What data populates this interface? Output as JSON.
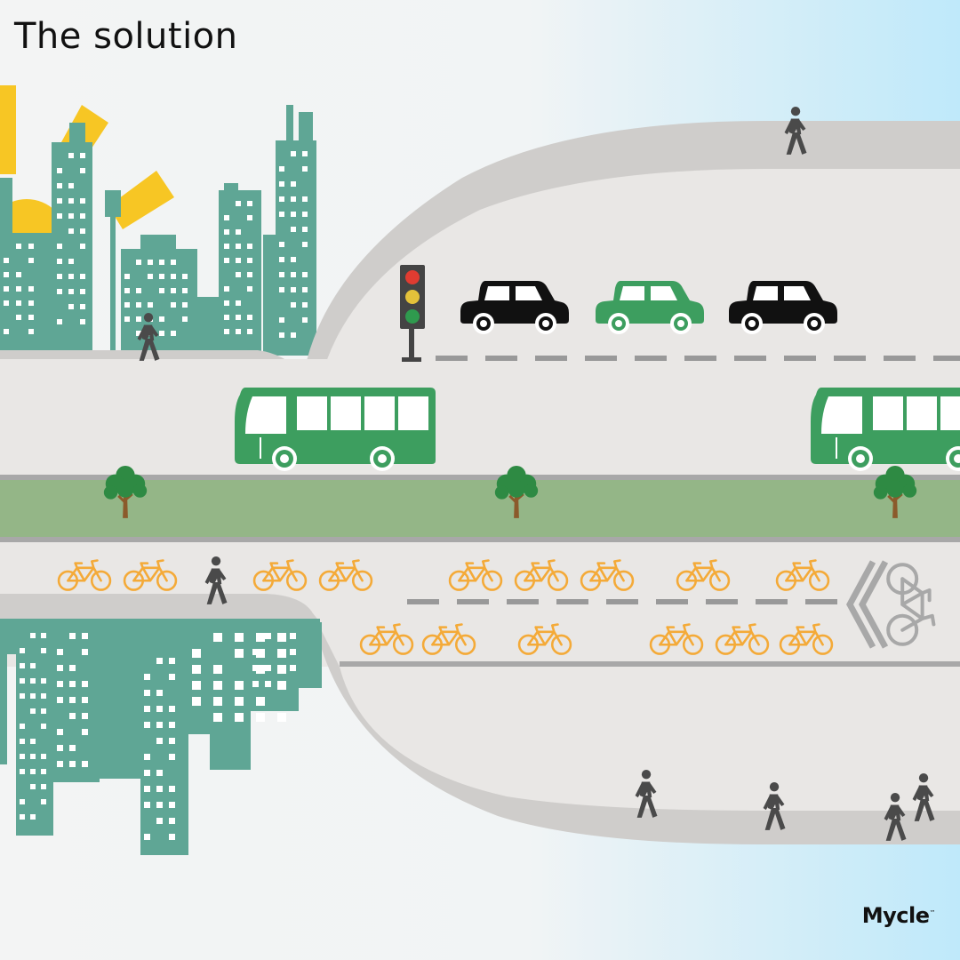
{
  "page": {
    "title": "The solution",
    "brand": "Mycle",
    "brand_mark": "™"
  },
  "colors": {
    "sky_right": "#bfe9fa",
    "background": "#f3f4f4",
    "road_surface": "#e9e7e5",
    "sidewalk": "#cfcdcb",
    "buildings": "#5fa695",
    "building_windows": "#ffffff",
    "sun": "#f7c624",
    "car_dark": "#111111",
    "car_green": "#3d9e5f",
    "bus": "#3d9e5f",
    "median_grass": "#94b687",
    "tree_green": "#2e8a43",
    "trunk": "#8b5a2b",
    "bicycle": "#f4aa38",
    "pedestrian": "#4a4a4a",
    "lane_dash": "#999999",
    "traffic_light_red": "#e03c31",
    "traffic_light_yellow": "#e3c13a",
    "traffic_light_green": "#2f9a4e",
    "bike_lane_marker": "#a8a8a8"
  },
  "scene": {
    "cars": [
      {
        "color": "dark"
      },
      {
        "color": "green"
      },
      {
        "color": "dark"
      }
    ],
    "buses": 2,
    "trees": 3,
    "traffic_lights": 1,
    "bicycles_upper_lane": 9,
    "bicycles_lower_lane": 6,
    "pedestrians": 7,
    "bike_lane_marker_icon": "bicycle-lane-marker-icon"
  }
}
